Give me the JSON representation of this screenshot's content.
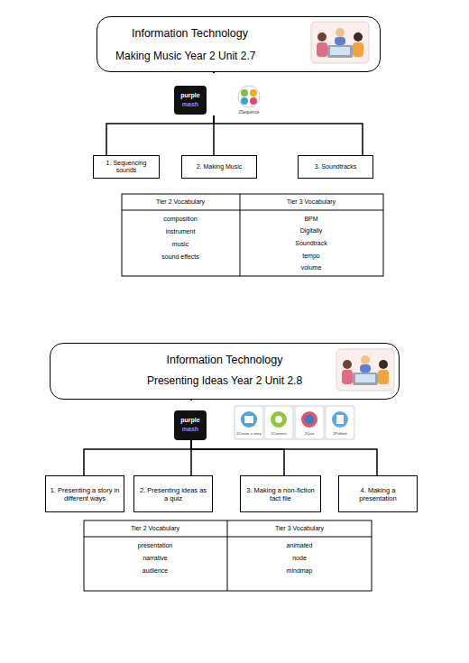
{
  "diagram": {
    "nodes": [
      {
        "text": [
          "Information Technology",
          "Making Music Year 2 Unit 2.7"
        ]
      },
      {
        "text": [
          "1. Sequencing sounds"
        ]
      },
      {
        "text": [
          "2. Making Music"
        ]
      },
      {
        "text": [
          "3. Soundtracks"
        ]
      },
      {
        "text": [
          "Information Technology",
          "Presenting Ideas Year 2 Unit 2.8"
        ]
      },
      {
        "text": [
          "1. Presenting a story in different ways"
        ]
      },
      {
        "text": [
          "2. Presenting ideas as a quiz"
        ]
      },
      {
        "text": [
          "3. Making a non-fiction fact file"
        ]
      },
      {
        "text": [
          "4. Making a presentation"
        ]
      }
    ],
    "edges": [
      {
        "from": 0,
        "to": 1,
        "arrow": "none"
      },
      {
        "from": 0,
        "to": 2,
        "arrow": "none"
      },
      {
        "from": 0,
        "to": 3,
        "arrow": "none"
      },
      {
        "from": 4,
        "to": 5,
        "arrow": "none"
      },
      {
        "from": 4,
        "to": 6,
        "arrow": "none"
      },
      {
        "from": 4,
        "to": 7,
        "arrow": "none"
      },
      {
        "from": 4,
        "to": 8,
        "arrow": "none"
      }
    ],
    "labels": [
      "purple",
      "mash",
      "2Sequence",
      "Tier 2 Vocabulary",
      "Tier 3 Vocabulary",
      "composition",
      "instrument",
      "music",
      "sound effects",
      "BPM",
      "Digitally",
      "Soundtrack",
      "tempo",
      "volume",
      "purple",
      "mash",
      "2Create a story",
      "2Connect",
      "2Quiz",
      "2Publish",
      "Tier 2 Vocabulary",
      "Tier 3 Vocabulary",
      "presentation",
      "narrative",
      "audience",
      "animated",
      "node",
      "mindmap"
    ]
  }
}
